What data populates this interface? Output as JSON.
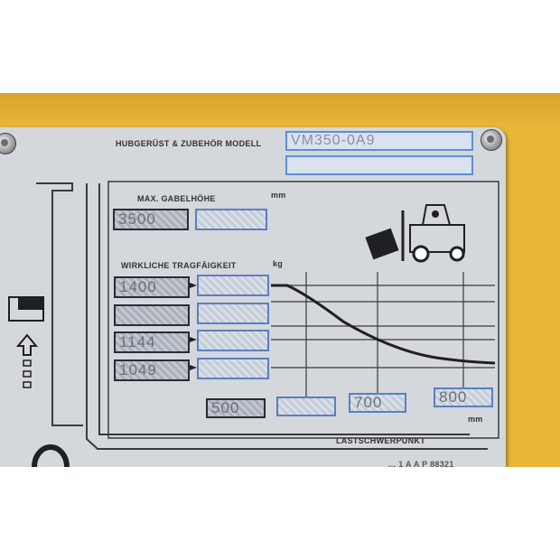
{
  "plate": {
    "mast_label": "HUBGERÜST & ZUBEHÖR MODELL",
    "model_value": "VM350-0A9",
    "max_height_label": "MAX. GABELHÖHE",
    "max_height_unit": "mm",
    "max_height_value": "3500",
    "capacity_label": "WIRKLICHE TRAGFÄIGKEIT",
    "capacity_unit": "kg",
    "capacity_values": [
      "1400",
      "",
      "1144",
      "1049"
    ],
    "load_center_values": [
      "500",
      "",
      "700",
      "800"
    ],
    "load_center_unit": "mm",
    "load_center_label": "LASTSCHWERPUNKT",
    "bottom_text": "... 1 A A P 88321"
  },
  "colors": {
    "background": "#e8b73a",
    "plate": "#d4d7db",
    "ink": "#2f2f37",
    "field_border": "#5b8fd8"
  }
}
